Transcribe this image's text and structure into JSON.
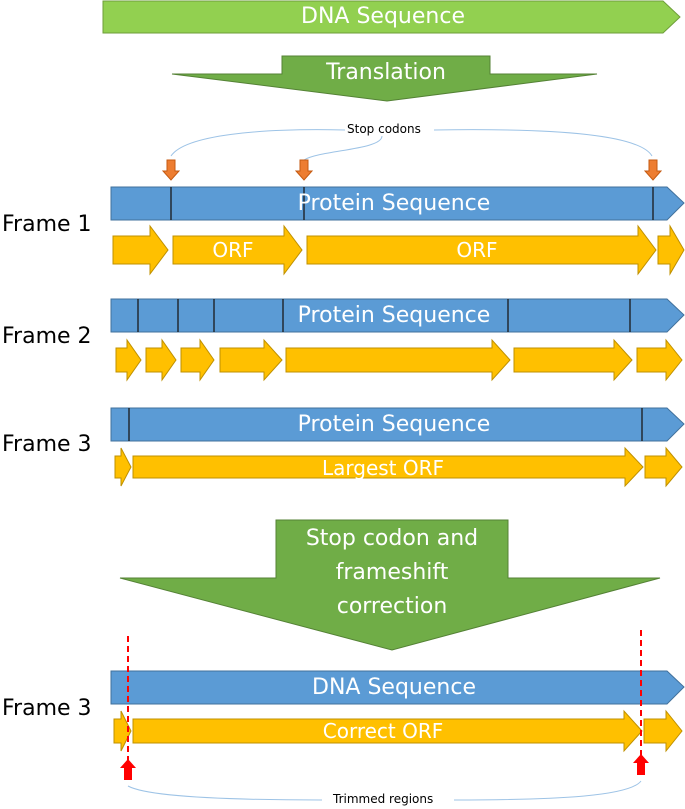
{
  "top": {
    "dna_label": "DNA Sequence",
    "translation_label": "Translation"
  },
  "annotations": {
    "stop_codons": "Stop codons",
    "trimmed_regions": "Trimmed regions"
  },
  "frames": [
    {
      "label": "Frame 1",
      "protein_label": "Protein Sequence",
      "orf_labels": [
        "ORF",
        "ORF"
      ]
    },
    {
      "label": "Frame 2",
      "protein_label": "Protein Sequence"
    },
    {
      "label": "Frame 3",
      "protein_label": "Protein Sequence",
      "orf_label": "Largest ORF"
    }
  ],
  "correction": {
    "line1": "Stop codon and",
    "line2": "frameshift",
    "line3": "correction"
  },
  "final": {
    "frame_label": "Frame 3",
    "dna_label": "DNA Sequence",
    "orf_label": "Correct ORF"
  },
  "colors": {
    "dna_green": "#92D050",
    "arrow_green": "#70AD47",
    "protein_blue": "#5B9BD5",
    "orf_yellow": "#FFC000",
    "stop_orange": "#ED7D31",
    "trim_red": "#FF0000"
  }
}
